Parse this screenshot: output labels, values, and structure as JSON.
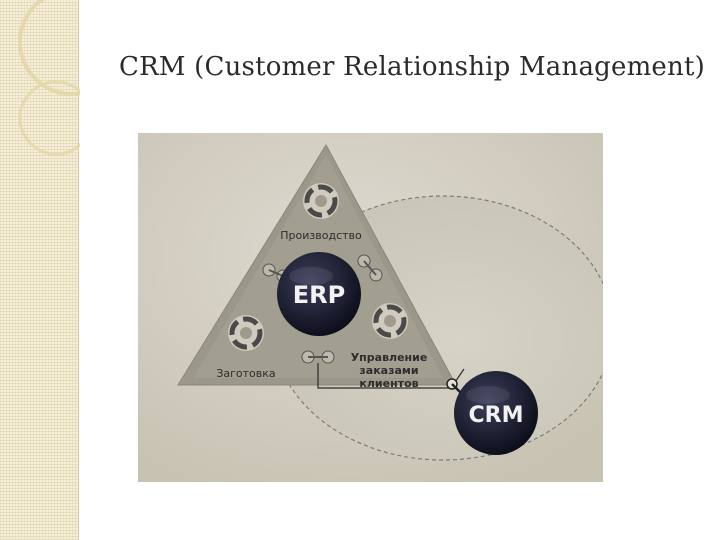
{
  "slide": {
    "title": "CRM (Customer Relationship Management)"
  },
  "diagram": {
    "nodes": {
      "erp": "ERP",
      "crm": "CRM"
    },
    "labels": {
      "production": "Производство",
      "procurement": "Заготовка",
      "order_mgmt_line1": "Управление",
      "order_mgmt_line2": "заказами",
      "order_mgmt_line3": "клиентов"
    }
  },
  "colors": {
    "accent_band": "#f6efd9",
    "photo_bg": "#d4d0c2",
    "node_dark": "#15162a"
  }
}
